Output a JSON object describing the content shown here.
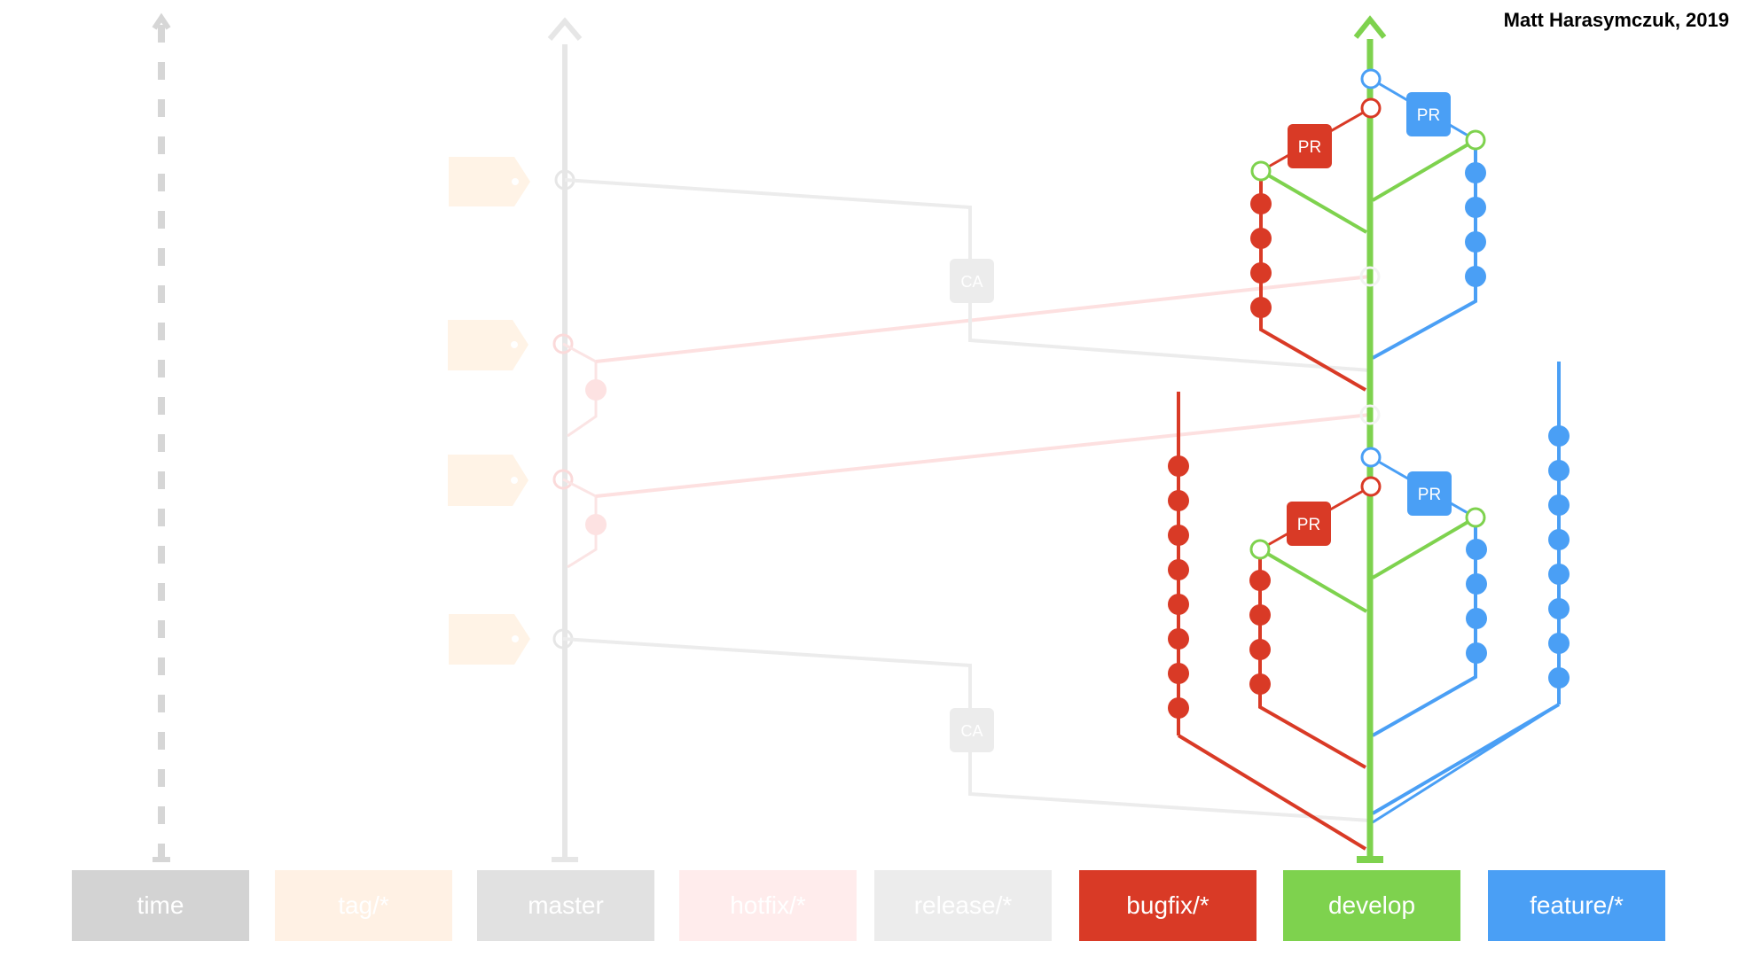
{
  "credit": "Matt Harasymczuk, 2019",
  "lanes": [
    {
      "id": "time",
      "label": "time",
      "color": "#d3d3d3",
      "opacity": 1
    },
    {
      "id": "tag",
      "label": "tag/*",
      "color": "#fff1e4",
      "opacity": 1
    },
    {
      "id": "master",
      "label": "master",
      "color": "#e1e1e1",
      "opacity": 1
    },
    {
      "id": "hotfix",
      "label": "hotfix/*",
      "color": "#ffecec",
      "opacity": 1
    },
    {
      "id": "release",
      "label": "release/*",
      "color": "#ececec",
      "opacity": 1
    },
    {
      "id": "bugfix",
      "label": "bugfix/*",
      "color": "#d93a26",
      "opacity": 1
    },
    {
      "id": "develop",
      "label": "develop",
      "color": "#7ed24e",
      "opacity": 1
    },
    {
      "id": "feature",
      "label": "feature/*",
      "color": "#4a9ff5",
      "opacity": 1
    }
  ],
  "badges": {
    "pr": "PR",
    "ca": "CA"
  },
  "colors": {
    "bugfix": "#d93a26",
    "develop": "#7ed24e",
    "feature": "#4a9ff5",
    "faded_gray": "#e4e4e4",
    "faded_red": "#fbdada",
    "faded_tag": "#fff3e6"
  }
}
